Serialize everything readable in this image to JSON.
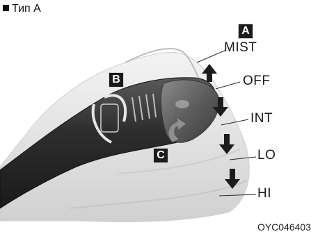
{
  "caption": "Тип A",
  "badges": {
    "a": "A",
    "b": "B",
    "c": "C"
  },
  "positions": {
    "mist": "MIST",
    "off": "OFF",
    "int": "INT",
    "lo": "LO",
    "hi": "HI"
  },
  "image_code": "OYC046403"
}
